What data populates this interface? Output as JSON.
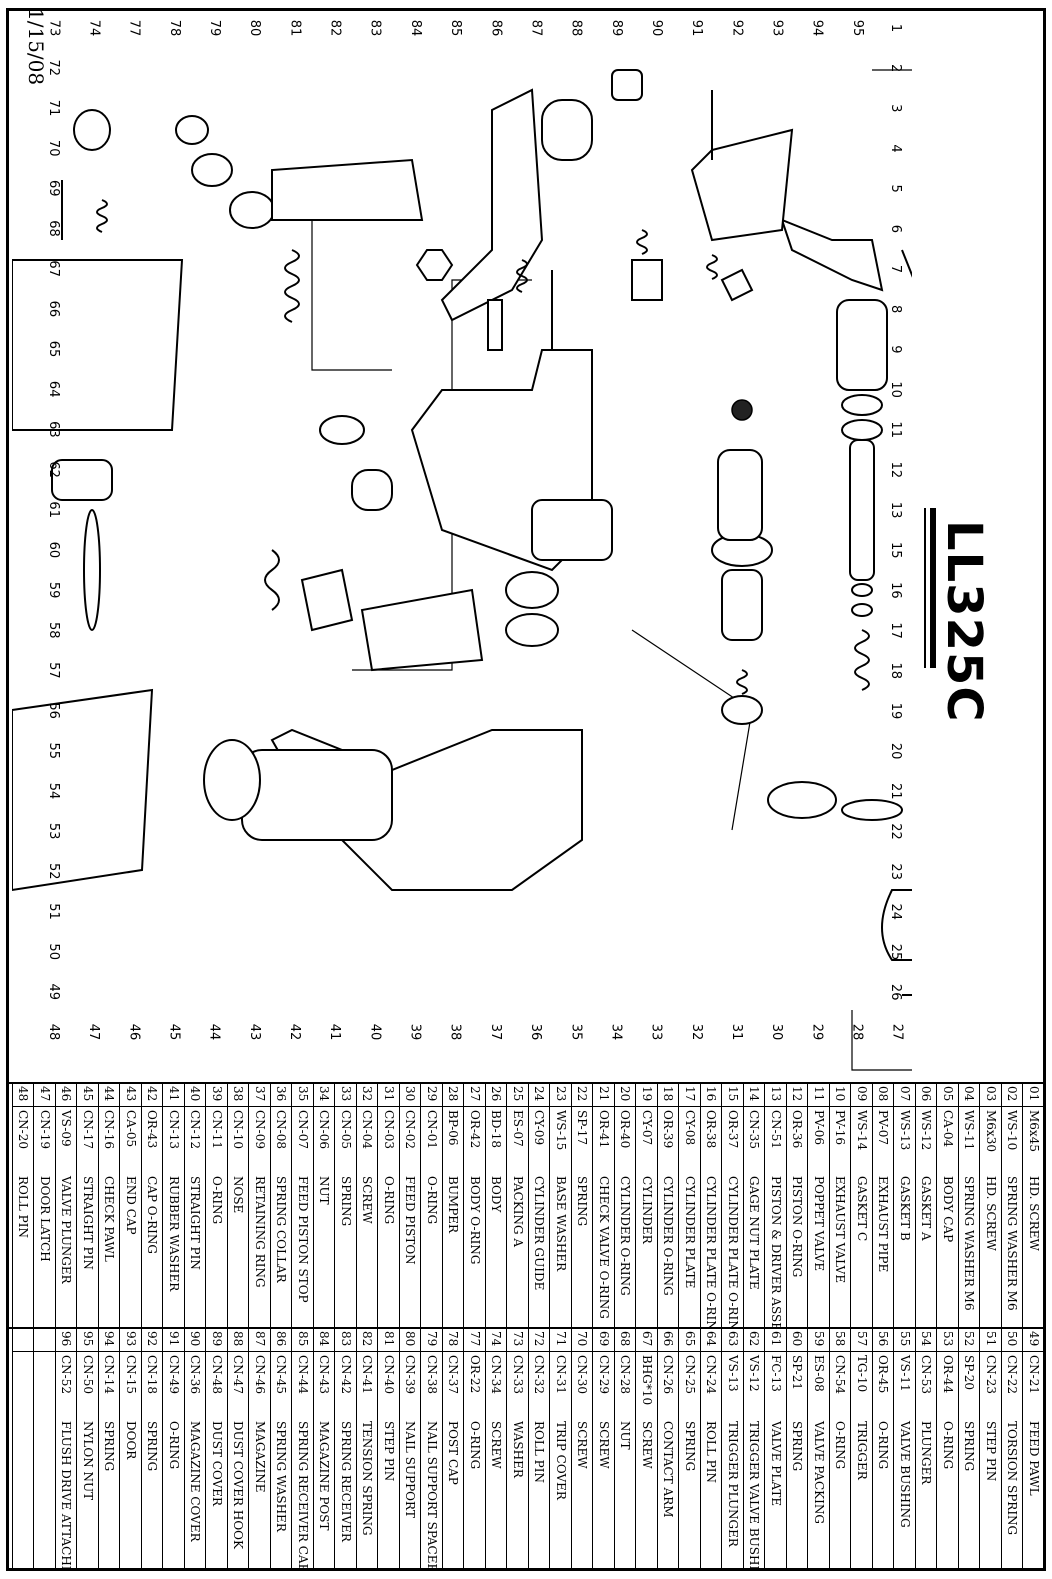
{
  "sheet": {
    "model": "LL325C",
    "date": "1/15/08"
  },
  "callouts": [
    "1",
    "2",
    "3",
    "4",
    "5",
    "6",
    "7",
    "8",
    "9",
    "10",
    "11",
    "12",
    "13",
    "15",
    "16",
    "17",
    "18",
    "19",
    "20",
    "21",
    "22",
    "23",
    "24",
    "25",
    "26",
    "27",
    "28",
    "29",
    "30",
    "31",
    "32",
    "33",
    "34",
    "35",
    "36",
    "37",
    "38",
    "39",
    "40",
    "41",
    "42",
    "43",
    "44",
    "45",
    "46",
    "47",
    "48",
    "49",
    "50",
    "51",
    "52",
    "53",
    "54",
    "55",
    "56",
    "57",
    "58",
    "59",
    "60",
    "61",
    "62",
    "63",
    "64",
    "65",
    "66",
    "67",
    "68",
    "69",
    "70",
    "71",
    "72",
    "73",
    "74",
    "77",
    "78",
    "79",
    "80",
    "81",
    "82",
    "83",
    "84",
    "85",
    "86",
    "87",
    "88",
    "89",
    "90",
    "91",
    "92",
    "93",
    "94",
    "95"
  ],
  "parts_table": {
    "column1": [
      {
        "no": "01",
        "code": "M6x45",
        "desc": "HD. SCREW"
      },
      {
        "no": "02",
        "code": "WS-10",
        "desc": "SPRING WASHER M6"
      },
      {
        "no": "03",
        "code": "M6x30",
        "desc": "HD. SCREW"
      },
      {
        "no": "04",
        "code": "WS-11",
        "desc": "SPRING WASHER M6"
      },
      {
        "no": "05",
        "code": "CA-04",
        "desc": "BODY CAP"
      },
      {
        "no": "06",
        "code": "WS-12",
        "desc": "GASKET A"
      },
      {
        "no": "07",
        "code": "WS-13",
        "desc": "GASKET B"
      },
      {
        "no": "08",
        "code": "PV-07",
        "desc": "EXHAUST PIPE"
      },
      {
        "no": "09",
        "code": "WS-14",
        "desc": "GASKET C"
      },
      {
        "no": "10",
        "code": "PV-16",
        "desc": "EXHAUST VALVE"
      },
      {
        "no": "11",
        "code": "PV-06",
        "desc": "POPPET VALVE"
      },
      {
        "no": "12",
        "code": "OR-36",
        "desc": "PISTON O-RING"
      },
      {
        "no": "13",
        "code": "CN-51",
        "desc": "PISTON & DRIVER ASSEMBLY"
      },
      {
        "no": "14",
        "code": "CN-35",
        "desc": "GAGE NUT PLATE"
      },
      {
        "no": "15",
        "code": "OR-37",
        "desc": "CYLINDER PLATE O-RING"
      },
      {
        "no": "16",
        "code": "OR-38",
        "desc": "CYLINDER PLATE O-RING"
      },
      {
        "no": "17",
        "code": "CY-08",
        "desc": "CYLINDER PLATE"
      },
      {
        "no": "18",
        "code": "OR-39",
        "desc": "CYLINDER O-RING"
      },
      {
        "no": "19",
        "code": "CY-07",
        "desc": "CYLINDER"
      },
      {
        "no": "20",
        "code": "OR-40",
        "desc": "CYLINDER O-RING"
      },
      {
        "no": "21",
        "code": "OR-41",
        "desc": "CHECK VALVE O-RING"
      },
      {
        "no": "22",
        "code": "SP-17",
        "desc": "SPRING"
      },
      {
        "no": "23",
        "code": "WS-15",
        "desc": "BASE WASHER"
      },
      {
        "no": "24",
        "code": "CY-09",
        "desc": "CYLINDER GUIDE"
      },
      {
        "no": "25",
        "code": "ES-07",
        "desc": "PACKING A"
      },
      {
        "no": "26",
        "code": "BD-18",
        "desc": "BODY"
      },
      {
        "no": "27",
        "code": "OR-42",
        "desc": "BODY O-RING"
      },
      {
        "no": "28",
        "code": "BP-06",
        "desc": "BUMPER"
      },
      {
        "no": "29",
        "code": "CN-01",
        "desc": "O-RING"
      },
      {
        "no": "30",
        "code": "CN-02",
        "desc": "FEED PISTON"
      },
      {
        "no": "31",
        "code": "CN-03",
        "desc": "O-RING"
      },
      {
        "no": "32",
        "code": "CN-04",
        "desc": "SCREW"
      },
      {
        "no": "33",
        "code": "CN-05",
        "desc": "SPRING"
      },
      {
        "no": "34",
        "code": "CN-06",
        "desc": "NUT"
      },
      {
        "no": "35",
        "code": "CN-07",
        "desc": "FEED PISTON STOP"
      },
      {
        "no": "36",
        "code": "CN-08",
        "desc": "SPRING COLLAR"
      },
      {
        "no": "37",
        "code": "CN-09",
        "desc": "RETAINING RING"
      },
      {
        "no": "38",
        "code": "CN-10",
        "desc": "NOSE"
      },
      {
        "no": "39",
        "code": "CN-11",
        "desc": "O-RING"
      },
      {
        "no": "40",
        "code": "CN-12",
        "desc": "STRAIGHT PIN"
      },
      {
        "no": "41",
        "code": "CN-13",
        "desc": "RUBBER WASHER"
      },
      {
        "no": "42",
        "code": "OR-43",
        "desc": "CAP O-RING"
      },
      {
        "no": "43",
        "code": "CA-05",
        "desc": "END CAP"
      },
      {
        "no": "44",
        "code": "CN-16",
        "desc": "CHECK PAWL"
      },
      {
        "no": "45",
        "code": "CN-17",
        "desc": "STRAIGHT PIN"
      },
      {
        "no": "46",
        "code": "VS-09",
        "desc": "VALVE PLUNGER"
      },
      {
        "no": "47",
        "code": "CN-19",
        "desc": "DOOR LATCH"
      },
      {
        "no": "48",
        "code": "CN-20",
        "desc": "ROLL PIN"
      }
    ],
    "column2": [
      {
        "no": "49",
        "code": "CN-21",
        "desc": "FEED PAWL"
      },
      {
        "no": "50",
        "code": "CN-22",
        "desc": "TORSION SPRING"
      },
      {
        "no": "51",
        "code": "CN-23",
        "desc": "STEP PIN"
      },
      {
        "no": "52",
        "code": "SP-20",
        "desc": "SPRING"
      },
      {
        "no": "53",
        "code": "OR-44",
        "desc": "O-RING"
      },
      {
        "no": "54",
        "code": "CN-53",
        "desc": "PLUNGER"
      },
      {
        "no": "55",
        "code": "VS-11",
        "desc": "VALVE BUSHING"
      },
      {
        "no": "56",
        "code": "OR-45",
        "desc": "O-RING"
      },
      {
        "no": "57",
        "code": "TG-10",
        "desc": "TRIGGER"
      },
      {
        "no": "58",
        "code": "CN-54",
        "desc": "O-RING"
      },
      {
        "no": "59",
        "code": "ES-08",
        "desc": "VALVE PACKING"
      },
      {
        "no": "60",
        "code": "SP-21",
        "desc": "SPRING"
      },
      {
        "no": "61",
        "code": "FC-13",
        "desc": "VALVE PLATE"
      },
      {
        "no": "62",
        "code": "VS-12",
        "desc": "TRIGGER VALVE BUSHING"
      },
      {
        "no": "63",
        "code": "VS-13",
        "desc": "TRIGGER PLUNGER"
      },
      {
        "no": "64",
        "code": "CN-24",
        "desc": "ROLL PIN"
      },
      {
        "no": "65",
        "code": "CN-25",
        "desc": "SPRING"
      },
      {
        "no": "66",
        "code": "CN-26",
        "desc": "CONTACT ARM"
      },
      {
        "no": "67",
        "code": "BHG*10",
        "desc": "SCREW"
      },
      {
        "no": "68",
        "code": "CN-28",
        "desc": "NUT"
      },
      {
        "no": "69",
        "code": "CN-29",
        "desc": "SCREW"
      },
      {
        "no": "70",
        "code": "CN-30",
        "desc": "SCREW"
      },
      {
        "no": "71",
        "code": "CN-31",
        "desc": "TRIP COVER"
      },
      {
        "no": "72",
        "code": "CN-32",
        "desc": "ROLL PIN"
      },
      {
        "no": "73",
        "code": "CN-33",
        "desc": "WASHER"
      },
      {
        "no": "74",
        "code": "CN-34",
        "desc": "SCREW"
      },
      {
        "no": "77",
        "code": "OR-22",
        "desc": "O-RING"
      },
      {
        "no": "78",
        "code": "CN-37",
        "desc": "POST CAP"
      },
      {
        "no": "79",
        "code": "CN-38",
        "desc": "NAIL SUPPORT SPACER"
      },
      {
        "no": "80",
        "code": "CN-39",
        "desc": "NAIL SUPPORT"
      },
      {
        "no": "81",
        "code": "CN-40",
        "desc": "STEP PIN"
      },
      {
        "no": "82",
        "code": "CN-41",
        "desc": "TENSION SPRING"
      },
      {
        "no": "83",
        "code": "CN-42",
        "desc": "SPRING RECEIVER"
      },
      {
        "no": "84",
        "code": "CN-43",
        "desc": "MAGAZINE POST"
      },
      {
        "no": "85",
        "code": "CN-44",
        "desc": "SPRING RECEIVER CAP"
      },
      {
        "no": "86",
        "code": "CN-45",
        "desc": "SPRING WASHER"
      },
      {
        "no": "87",
        "code": "CN-46",
        "desc": "MAGAZINE"
      },
      {
        "no": "88",
        "code": "CN-47",
        "desc": "DUST COVER HOOK"
      },
      {
        "no": "89",
        "code": "CN-48",
        "desc": "DUST COVER"
      },
      {
        "no": "90",
        "code": "CN-36",
        "desc": "MAGAZINE COVER"
      },
      {
        "no": "91",
        "code": "CN-49",
        "desc": "O-RING"
      },
      {
        "no": "92",
        "code": "CN-18",
        "desc": "SPRING"
      },
      {
        "no": "93",
        "code": "CN-15",
        "desc": "DOOR"
      },
      {
        "no": "94",
        "code": "CN-14",
        "desc": "SPRING"
      },
      {
        "no": "95",
        "code": "CN-50",
        "desc": "NYLON NUT"
      },
      {
        "no": "96",
        "code": "CN-52",
        "desc": "FLUSH DRIVE ATTACHMENT"
      },
      {
        "no": "",
        "code": "",
        "desc": ""
      },
      {
        "no": "",
        "code": "",
        "desc": ""
      }
    ]
  }
}
